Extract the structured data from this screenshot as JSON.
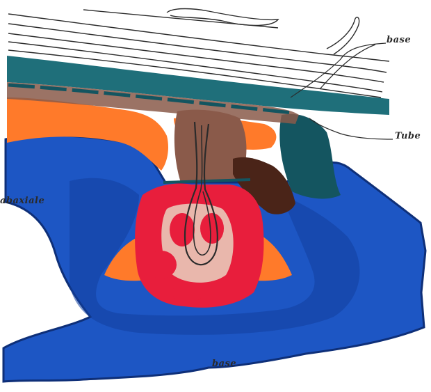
{
  "labels": {
    "top_right": "base",
    "right": "Tube",
    "left": "abaxiale",
    "bottom": "base"
  },
  "colors": {
    "outer_tissue": "#1d56c4",
    "outer_tissue_dark": "#123f9e",
    "outline": "#0e2f78",
    "teal_band": "#1f6f7a",
    "teal_dark": "#145560",
    "orange_layer": "#ff7a2a",
    "brown_region": "#8a5a4a",
    "dark_brown_patch": "#4a2418",
    "red_mass": "#e81e3c",
    "pale_core": "#e9c8b8",
    "line_ink": "#2b2b2b",
    "background": "#ffffff"
  }
}
